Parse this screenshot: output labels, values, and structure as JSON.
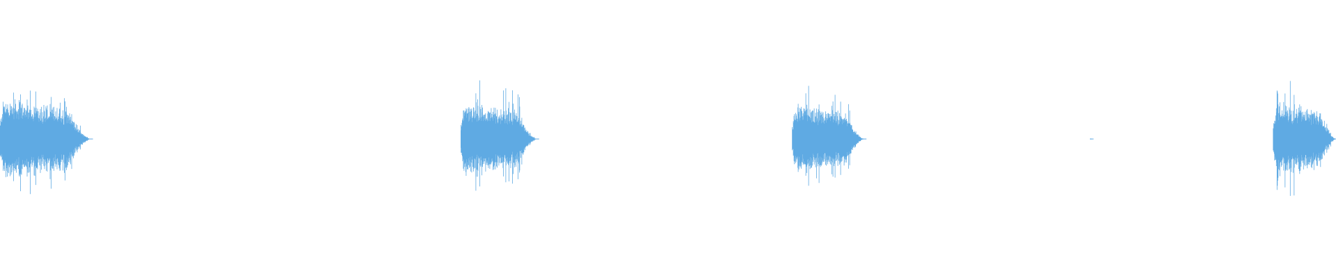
{
  "waveform": {
    "color": "#5faae3",
    "background": "#ffffff",
    "segments": [
      {
        "start": 0.0,
        "end": 0.068,
        "peak": 0.85,
        "body": 0.55
      },
      {
        "start": 0.345,
        "end": 0.402,
        "peak": 0.85,
        "body": 0.5
      },
      {
        "start": 0.593,
        "end": 0.647,
        "peak": 0.75,
        "body": 0.45
      },
      {
        "start": 0.816,
        "end": 0.817,
        "peak": 0.02,
        "body": 0.01
      },
      {
        "start": 0.953,
        "end": 1.0,
        "peak": 0.85,
        "body": 0.5
      }
    ]
  }
}
